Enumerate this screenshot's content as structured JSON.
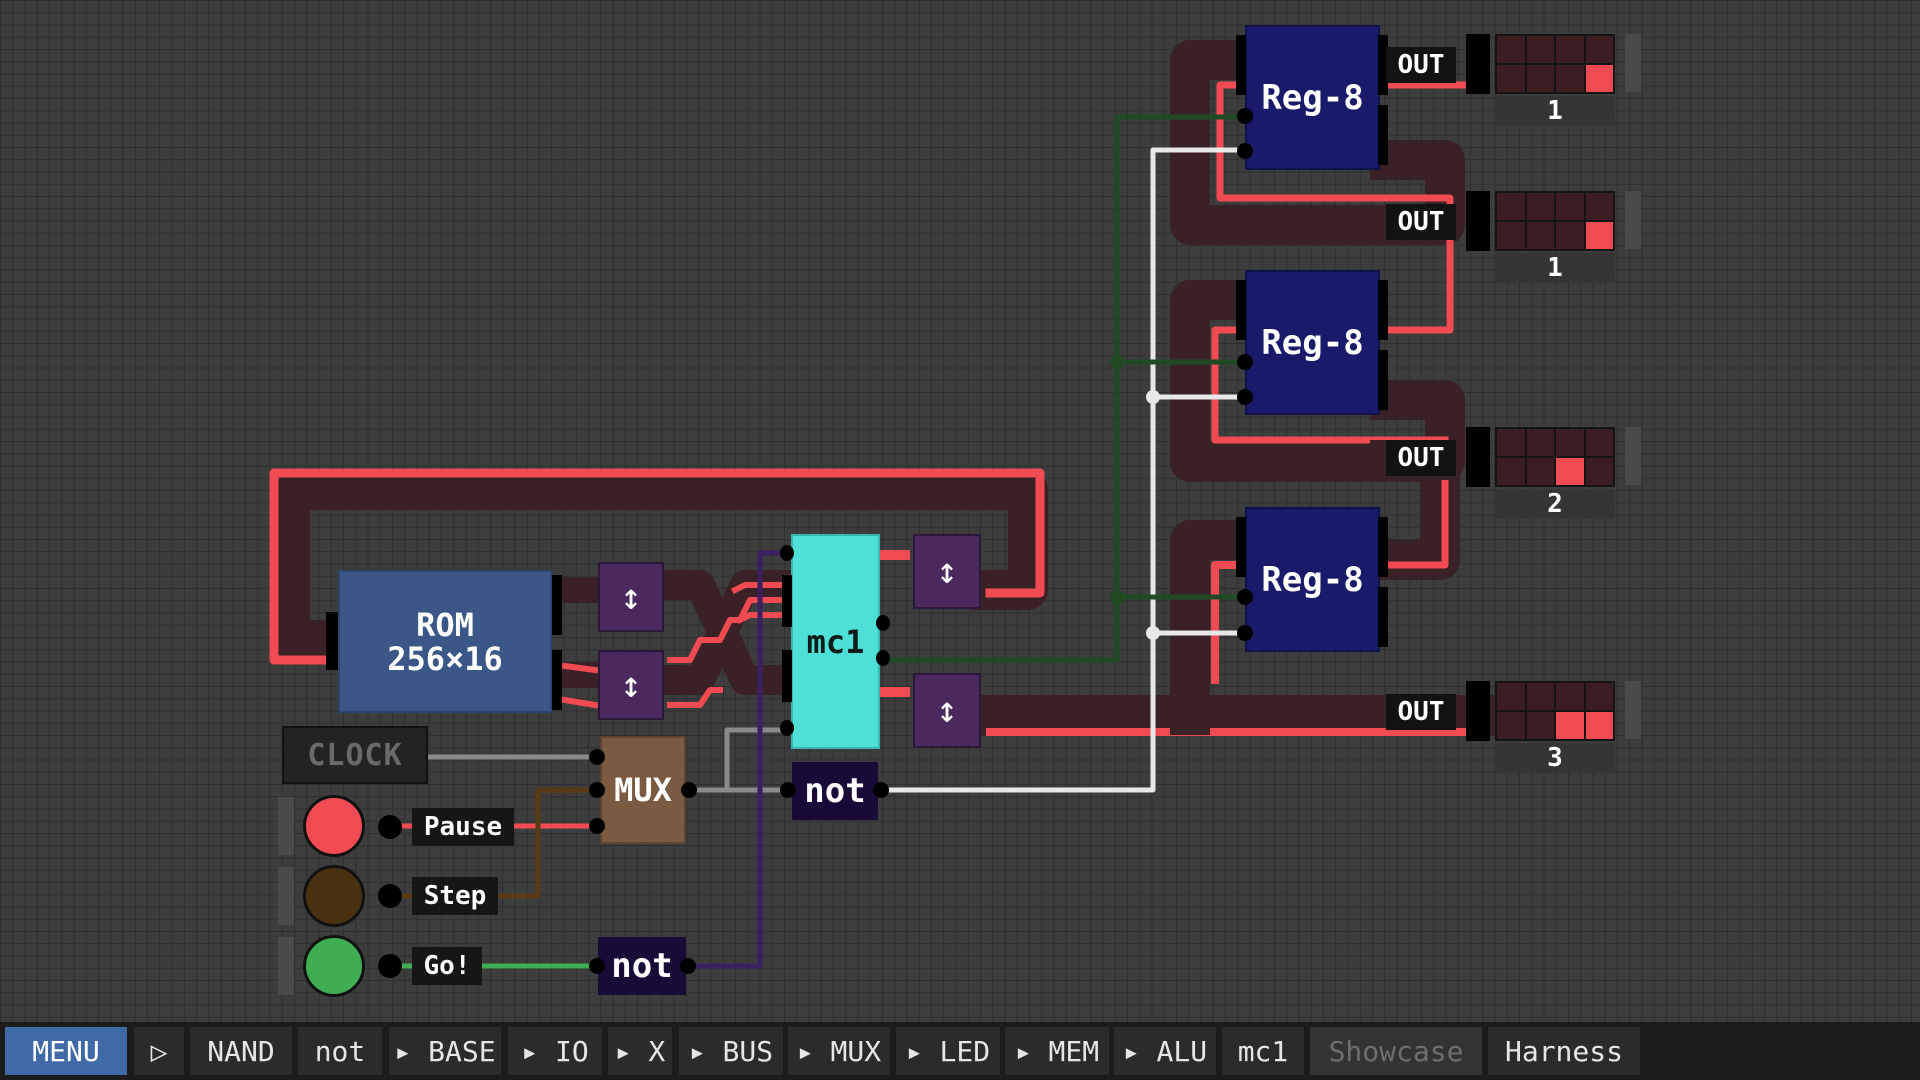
{
  "colors": {
    "wire_on": "#f04a52",
    "bus_dark": "#3a2126",
    "wire_white": "#e8e8e8",
    "wire_green": "#1f4a24",
    "wire_brown": "#5a3a14",
    "wire_purple": "#3a2060",
    "rom": "#3a5788",
    "register": "#191a6a",
    "mc1": "#4ee0d6",
    "mux": "#7a5a40",
    "menu_active": "#3f6aa5"
  },
  "components": {
    "rom": {
      "line1": "ROM",
      "line2": "256×16"
    },
    "mc1": "mc1",
    "not_top": "not",
    "not_bottom": "not",
    "mux": "MUX",
    "clock": "CLOCK",
    "bus_icon": "↕",
    "registers": [
      "Reg-8",
      "Reg-8",
      "Reg-8"
    ]
  },
  "buttons": [
    {
      "label": "Pause",
      "color": "#f04a52",
      "icon": "red-button"
    },
    {
      "label": "Step",
      "color": "#4a3210",
      "icon": "brown-button"
    },
    {
      "label": "Go!",
      "color": "#3fae52",
      "icon": "green-button"
    }
  ],
  "outputs": [
    {
      "label": "OUT",
      "value": "1",
      "cells": [
        0,
        0,
        0,
        0,
        0,
        0,
        0,
        1
      ]
    },
    {
      "label": "OUT",
      "value": "1",
      "cells": [
        0,
        0,
        0,
        0,
        0,
        0,
        0,
        1
      ]
    },
    {
      "label": "OUT",
      "value": "2",
      "cells": [
        0,
        0,
        0,
        0,
        0,
        0,
        1,
        0
      ]
    },
    {
      "label": "OUT",
      "value": "3",
      "cells": [
        0,
        0,
        0,
        0,
        0,
        0,
        1,
        1
      ]
    }
  ],
  "toolbar": {
    "menu": "MENU",
    "play": "▷",
    "items": [
      "NAND",
      "not",
      "▸ BASE",
      "▸ IO",
      "▸ X",
      "▸ BUS",
      "▸ MUX",
      "▸ LED",
      "▸ MEM",
      "▸ ALU",
      "mc1",
      "Showcase",
      "Harness"
    ]
  }
}
